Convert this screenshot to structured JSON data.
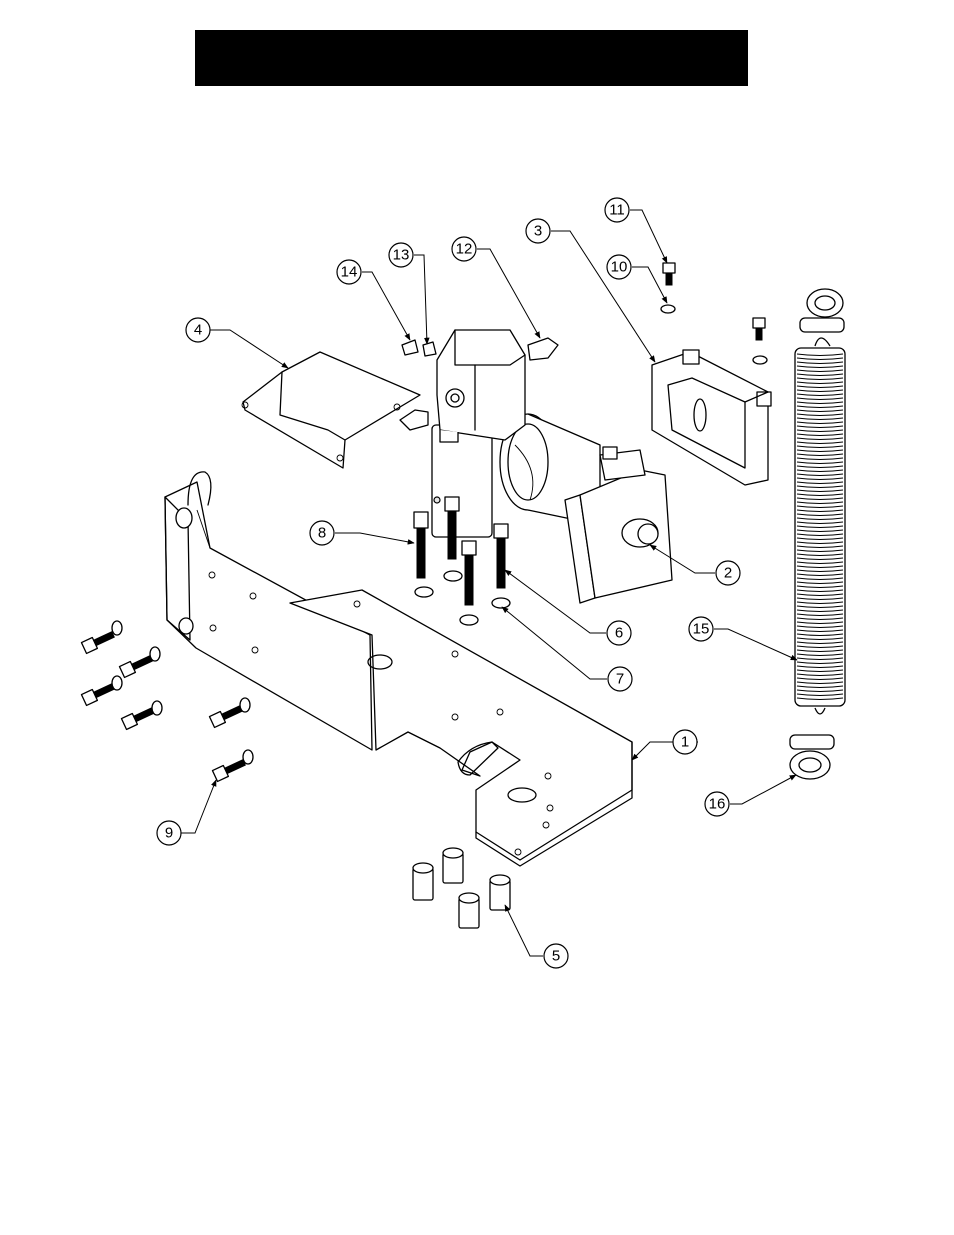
{
  "title_bar": {
    "text": ""
  },
  "callouts": [
    {
      "id": "1",
      "label": "1"
    },
    {
      "id": "2",
      "label": "2"
    },
    {
      "id": "3",
      "label": "3"
    },
    {
      "id": "4",
      "label": "4"
    },
    {
      "id": "5",
      "label": "5"
    },
    {
      "id": "6",
      "label": "6"
    },
    {
      "id": "7",
      "label": "7"
    },
    {
      "id": "8",
      "label": "8"
    },
    {
      "id": "9",
      "label": "9"
    },
    {
      "id": "10",
      "label": "10"
    },
    {
      "id": "11",
      "label": "11"
    },
    {
      "id": "12",
      "label": "12"
    },
    {
      "id": "13",
      "label": "13"
    },
    {
      "id": "14",
      "label": "14"
    },
    {
      "id": "15",
      "label": "15"
    },
    {
      "id": "16",
      "label": "16"
    }
  ]
}
